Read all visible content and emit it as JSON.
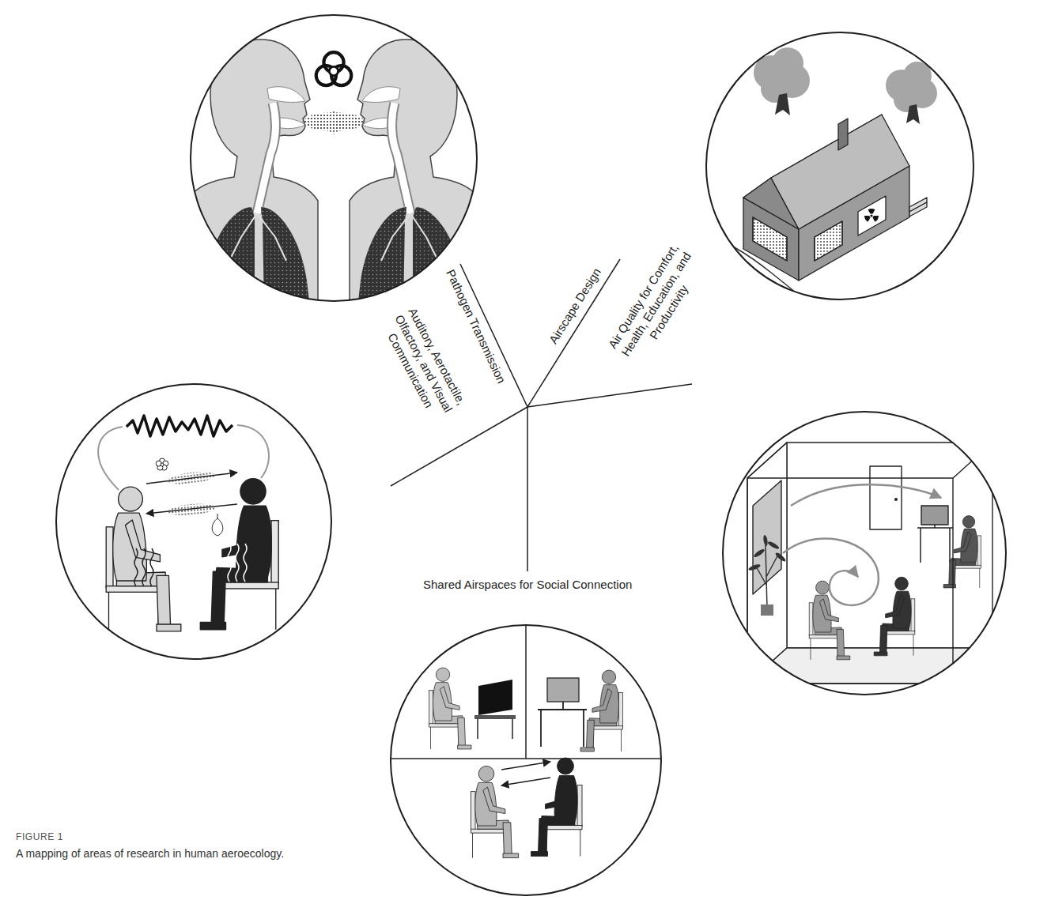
{
  "diagram": {
    "caption": "A mapping of areas of research in human aeroecology.",
    "nodes": [
      {
        "text": [
          "Pathogen Transmission"
        ]
      },
      {
        "text": [
          "Airscape Design"
        ]
      },
      {
        "text": [
          "Auditory, Aerotactile, Olfactory, and Visual Communication"
        ]
      },
      {
        "text": [
          "Air Quality for Comfort, Health, Education, and Productivity"
        ]
      },
      {
        "text": [
          "Shared Airspaces for Social Connection"
        ]
      }
    ],
    "labels": [
      "FIGURE 1"
    ]
  }
}
